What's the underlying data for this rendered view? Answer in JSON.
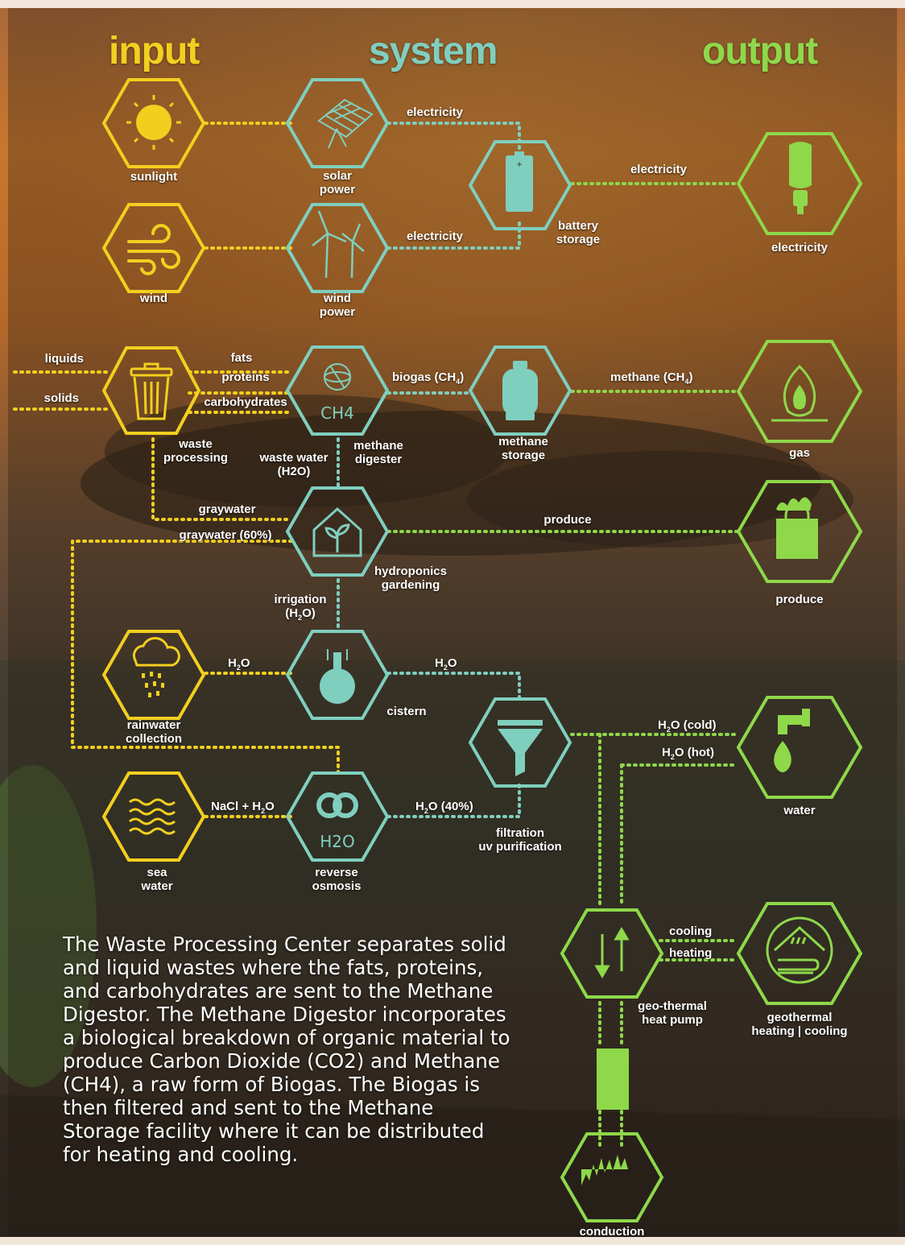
{
  "headers": {
    "input": "input",
    "system": "system",
    "output": "output"
  },
  "colors": {
    "input": "#f2cf1f",
    "system": "#7fcfbf",
    "output": "#8ed84a",
    "background_sky": "#c9772e",
    "background_ground": "#3a2e22"
  },
  "nodes": {
    "sunlight": {
      "label": "sunlight",
      "icon": "sun-icon"
    },
    "wind": {
      "label": "wind",
      "icon": "wind-icon"
    },
    "rainwater": {
      "label": "rainwater\ncollection",
      "icon": "rain-cloud-icon"
    },
    "seawater": {
      "label": "sea\nwater",
      "icon": "waves-icon"
    },
    "waste": {
      "label": "waste\nprocessing",
      "icon": "trash-can-icon"
    },
    "solar": {
      "label": "solar\npower",
      "icon": "solar-panel-icon"
    },
    "windpower": {
      "label": "wind\npower",
      "icon": "wind-turbine-icon"
    },
    "battery": {
      "label": "battery\nstorage",
      "icon": "battery-icon"
    },
    "digester": {
      "label": "methane\ndigester",
      "icon": "methane-digester-icon",
      "sub": "CH4"
    },
    "methanestorage": {
      "label": "methane\nstorage",
      "icon": "gas-tank-icon"
    },
    "hydroponics": {
      "label": "hydroponics\ngardening",
      "icon": "greenhouse-plant-icon"
    },
    "cistern": {
      "label": "cistern",
      "icon": "flask-icon"
    },
    "ro": {
      "label": "reverse\nosmosis",
      "icon": "osmosis-icon",
      "sub": "H2O"
    },
    "filtration": {
      "label": "filtration\nuv purification",
      "icon": "funnel-icon"
    },
    "heatpump": {
      "label": "geo-thermal\nheat pump",
      "icon": "up-down-arrows-icon"
    },
    "conduction": {
      "label": "conduction",
      "icon": "grass-icon"
    },
    "out_electricity": {
      "label": "electricity",
      "icon": "light-bulb-icon"
    },
    "out_gas": {
      "label": "gas",
      "icon": "flame-icon"
    },
    "out_produce": {
      "label": "produce",
      "icon": "grocery-bag-icon"
    },
    "out_water": {
      "label": "water",
      "icon": "faucet-drop-icon"
    },
    "out_geo": {
      "label": "geothermal\nheating | cooling",
      "icon": "house-heat-icon"
    }
  },
  "flows": {
    "solar_electricity": "electricity",
    "wind_electricity": "electricity",
    "battery_electricity": "electricity",
    "liquids": "liquids",
    "solids": "solids",
    "fats": "fats",
    "proteins": "proteins",
    "carbohydrates": "carbohydrates",
    "biogas": "biogas (CH",
    "biogas_sub": "4",
    "biogas_end": ")",
    "methane": "methane (CH",
    "methane_sub": "4",
    "methane_end": ")",
    "wastewater": "waste water\n(H2O)",
    "graywater": "graywater",
    "graywater60": "graywater (60%)",
    "produce": "produce",
    "irrigation": "irrigation",
    "irrigation2": "(H",
    "irrigation2_sub": "2",
    "irrigation2_end": "O)",
    "h2o_rain": "H",
    "h2o_cistern": "H",
    "h2o_sub": "2",
    "h2o_end": "O",
    "nacl": "NaCl + H",
    "h2o40": "H",
    "h2o40_end": "O (40%)",
    "cold": "H",
    "cold_end": "O (cold)",
    "hot": "H",
    "hot_end": "O (hot)",
    "cooling": "cooling",
    "heating": "heating"
  },
  "description": "The Waste Processing Center separates solid and liquid wastes where the fats, proteins, and carbohydrates are sent to the Methane Digestor.  The Methane Digestor incorporates a biological breakdown of organic material to produce Carbon Dioxide (CO2) and Methane (CH4), a raw form of Biogas. The Biogas is then filtered and sent to the Methane Storage facility where it can be distributed for heating and cooling."
}
